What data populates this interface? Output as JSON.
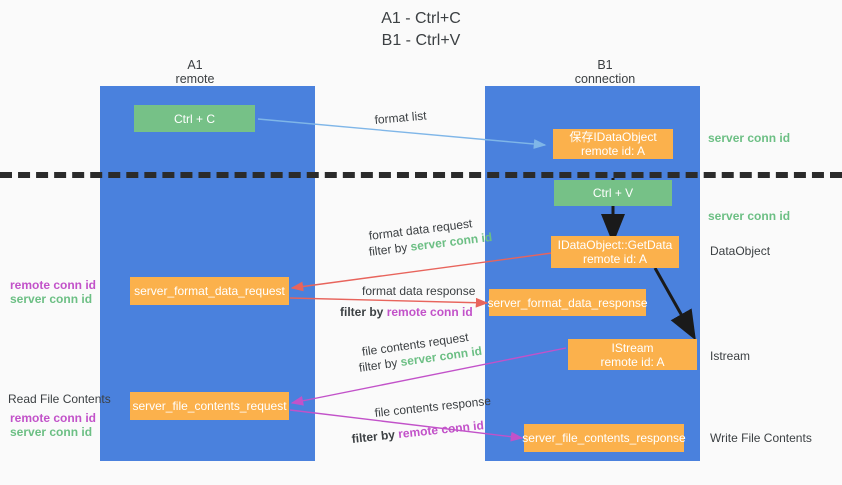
{
  "caption": {
    "line1": "A1 - Ctrl+C",
    "line2": "B1 - Ctrl+V"
  },
  "lanes": [
    {
      "name": "A1",
      "sub": "remote"
    },
    {
      "name": "B1",
      "sub": "connection"
    }
  ],
  "boxes": {
    "ctrl_c": "Ctrl + C",
    "ctrl_v": "Ctrl + V",
    "save_idataobject_l1": "保存IDataObject",
    "save_idataobject_l2": "remote id: A",
    "getdata_l1": "IDataObject::GetData",
    "getdata_l2": "remote id: A",
    "istream_l1": "IStream",
    "istream_l2": "remote id: A",
    "server_format_data_request": "server_format_data_request",
    "server_format_data_response": "server_format_data_response",
    "server_file_contents_request": "server_file_contents_request",
    "server_file_contents_response": "server_file_contents_response"
  },
  "edge_labels": {
    "format_list": "format list",
    "format_data_request": "format data request",
    "format_data_response": "format data response",
    "file_contents_request": "file contents request",
    "file_contents_response": "file contents response",
    "filter_by": "filter by",
    "server_conn_id": "server conn id",
    "remote_conn_id": "remote conn id"
  },
  "right_labels": {
    "server_conn_id_top": "server conn id",
    "server_conn_id_mid": "server conn id",
    "dataobject": "DataObject",
    "istream": "Istream",
    "write_file_contents": "Write File Contents"
  },
  "left_labels": {
    "remote_conn_id_1": "remote conn id",
    "server_conn_id_1": "server conn id",
    "read_file_contents": "Read File Contents",
    "remote_conn_id_2": "remote conn id",
    "server_conn_id_2": "server conn id"
  },
  "colors": {
    "lane": "#4a81dd",
    "green_box": "#76c187",
    "orange_box": "#fbb14c",
    "green_text": "#6cbf84",
    "purple_text": "#c252c9",
    "blue_arrow": "#7fb6e8",
    "red_arrow": "#e8645c",
    "magenta_arrow": "#c252c9",
    "black_arrow": "#1a1a1a",
    "background": "#fafafa"
  }
}
